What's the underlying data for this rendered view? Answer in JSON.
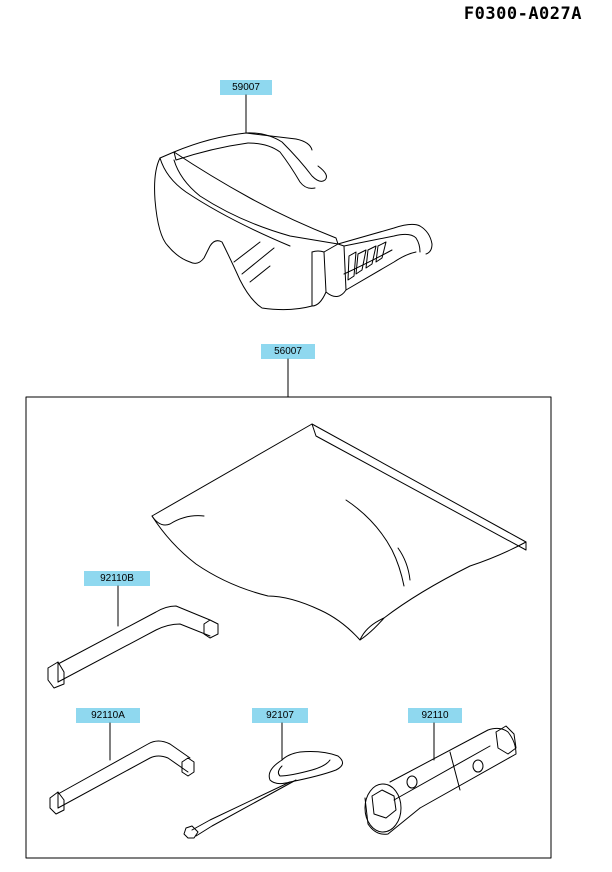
{
  "diagram_code": "F0300-A027A",
  "callout_color": "#8fd8ef",
  "parts": {
    "safety_glasses": {
      "number": "59007"
    },
    "tool_kit": {
      "number": "56007"
    },
    "hex_wrench_b": {
      "number": "92110B"
    },
    "hex_wrench_a": {
      "number": "92110A"
    },
    "screwdriver": {
      "number": "92107"
    },
    "box_wrench": {
      "number": "92110"
    }
  }
}
